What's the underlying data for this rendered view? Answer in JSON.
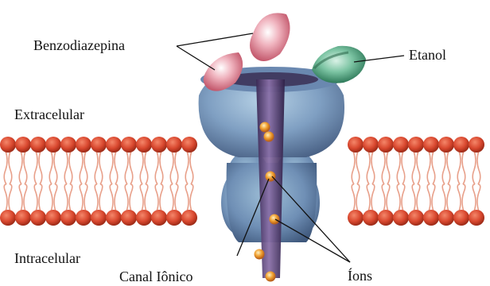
{
  "labels": {
    "benzodiazepina": "Benzodiazepina",
    "etanol": "Etanol",
    "extracelular": "Extracelular",
    "intracelular": "Intracelular",
    "canal_ionico": "Canal Iônico",
    "ions": "Íons"
  },
  "colors": {
    "lipid_head": "#d9482f",
    "lipid_tail": "#e8a08a",
    "channel": "#7f9fc2",
    "channel_pore": "#5a3f78",
    "benzodiazepine": "#d97b8b",
    "ethanol": "#5fae8c",
    "ion": "#f0a030"
  }
}
